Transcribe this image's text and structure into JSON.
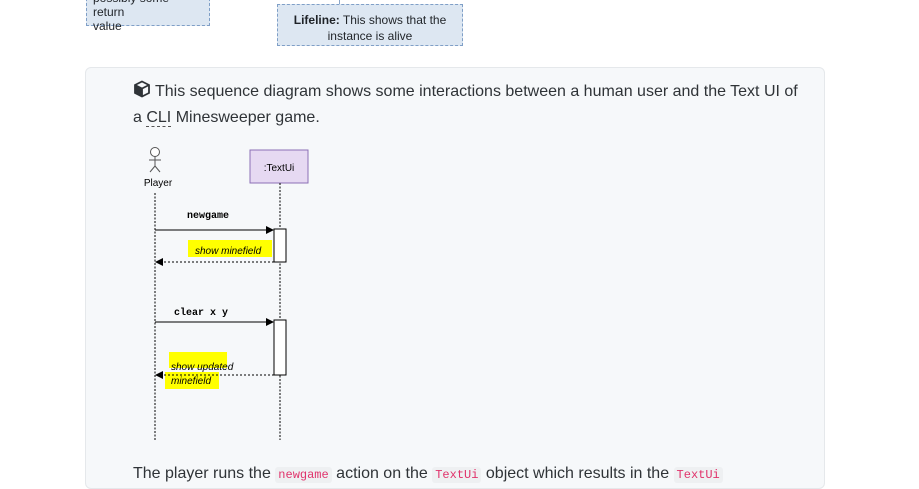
{
  "top_notes": {
    "return_note_line1": "possibly some return",
    "return_note_line2": "value",
    "lifeline_label": "Lifeline:",
    "lifeline_text_1": " This shows that the",
    "lifeline_text_2": "instance is alive"
  },
  "description": {
    "icon": "cube-icon",
    "text_before": "This sequence diagram shows some interactions between a human user and the Text UI of a ",
    "abbr": "CLI",
    "text_after": " Minesweeper game."
  },
  "diagram": {
    "actor_label": "Player",
    "object_label": ":TextUi",
    "messages": [
      "newgame",
      "clear x y"
    ],
    "returns": [
      "show minefield",
      "show updated",
      "minefield"
    ],
    "colors": {
      "object_fill": "#e6d9f2",
      "object_border": "#8c6fb5",
      "highlight": "#ffff00"
    }
  },
  "bottom": {
    "t1": "The player runs the ",
    "c1": "newgame",
    "t2": " action on the ",
    "c2": "TextUi",
    "t3": " object which results in the ",
    "c3": "TextUi"
  }
}
